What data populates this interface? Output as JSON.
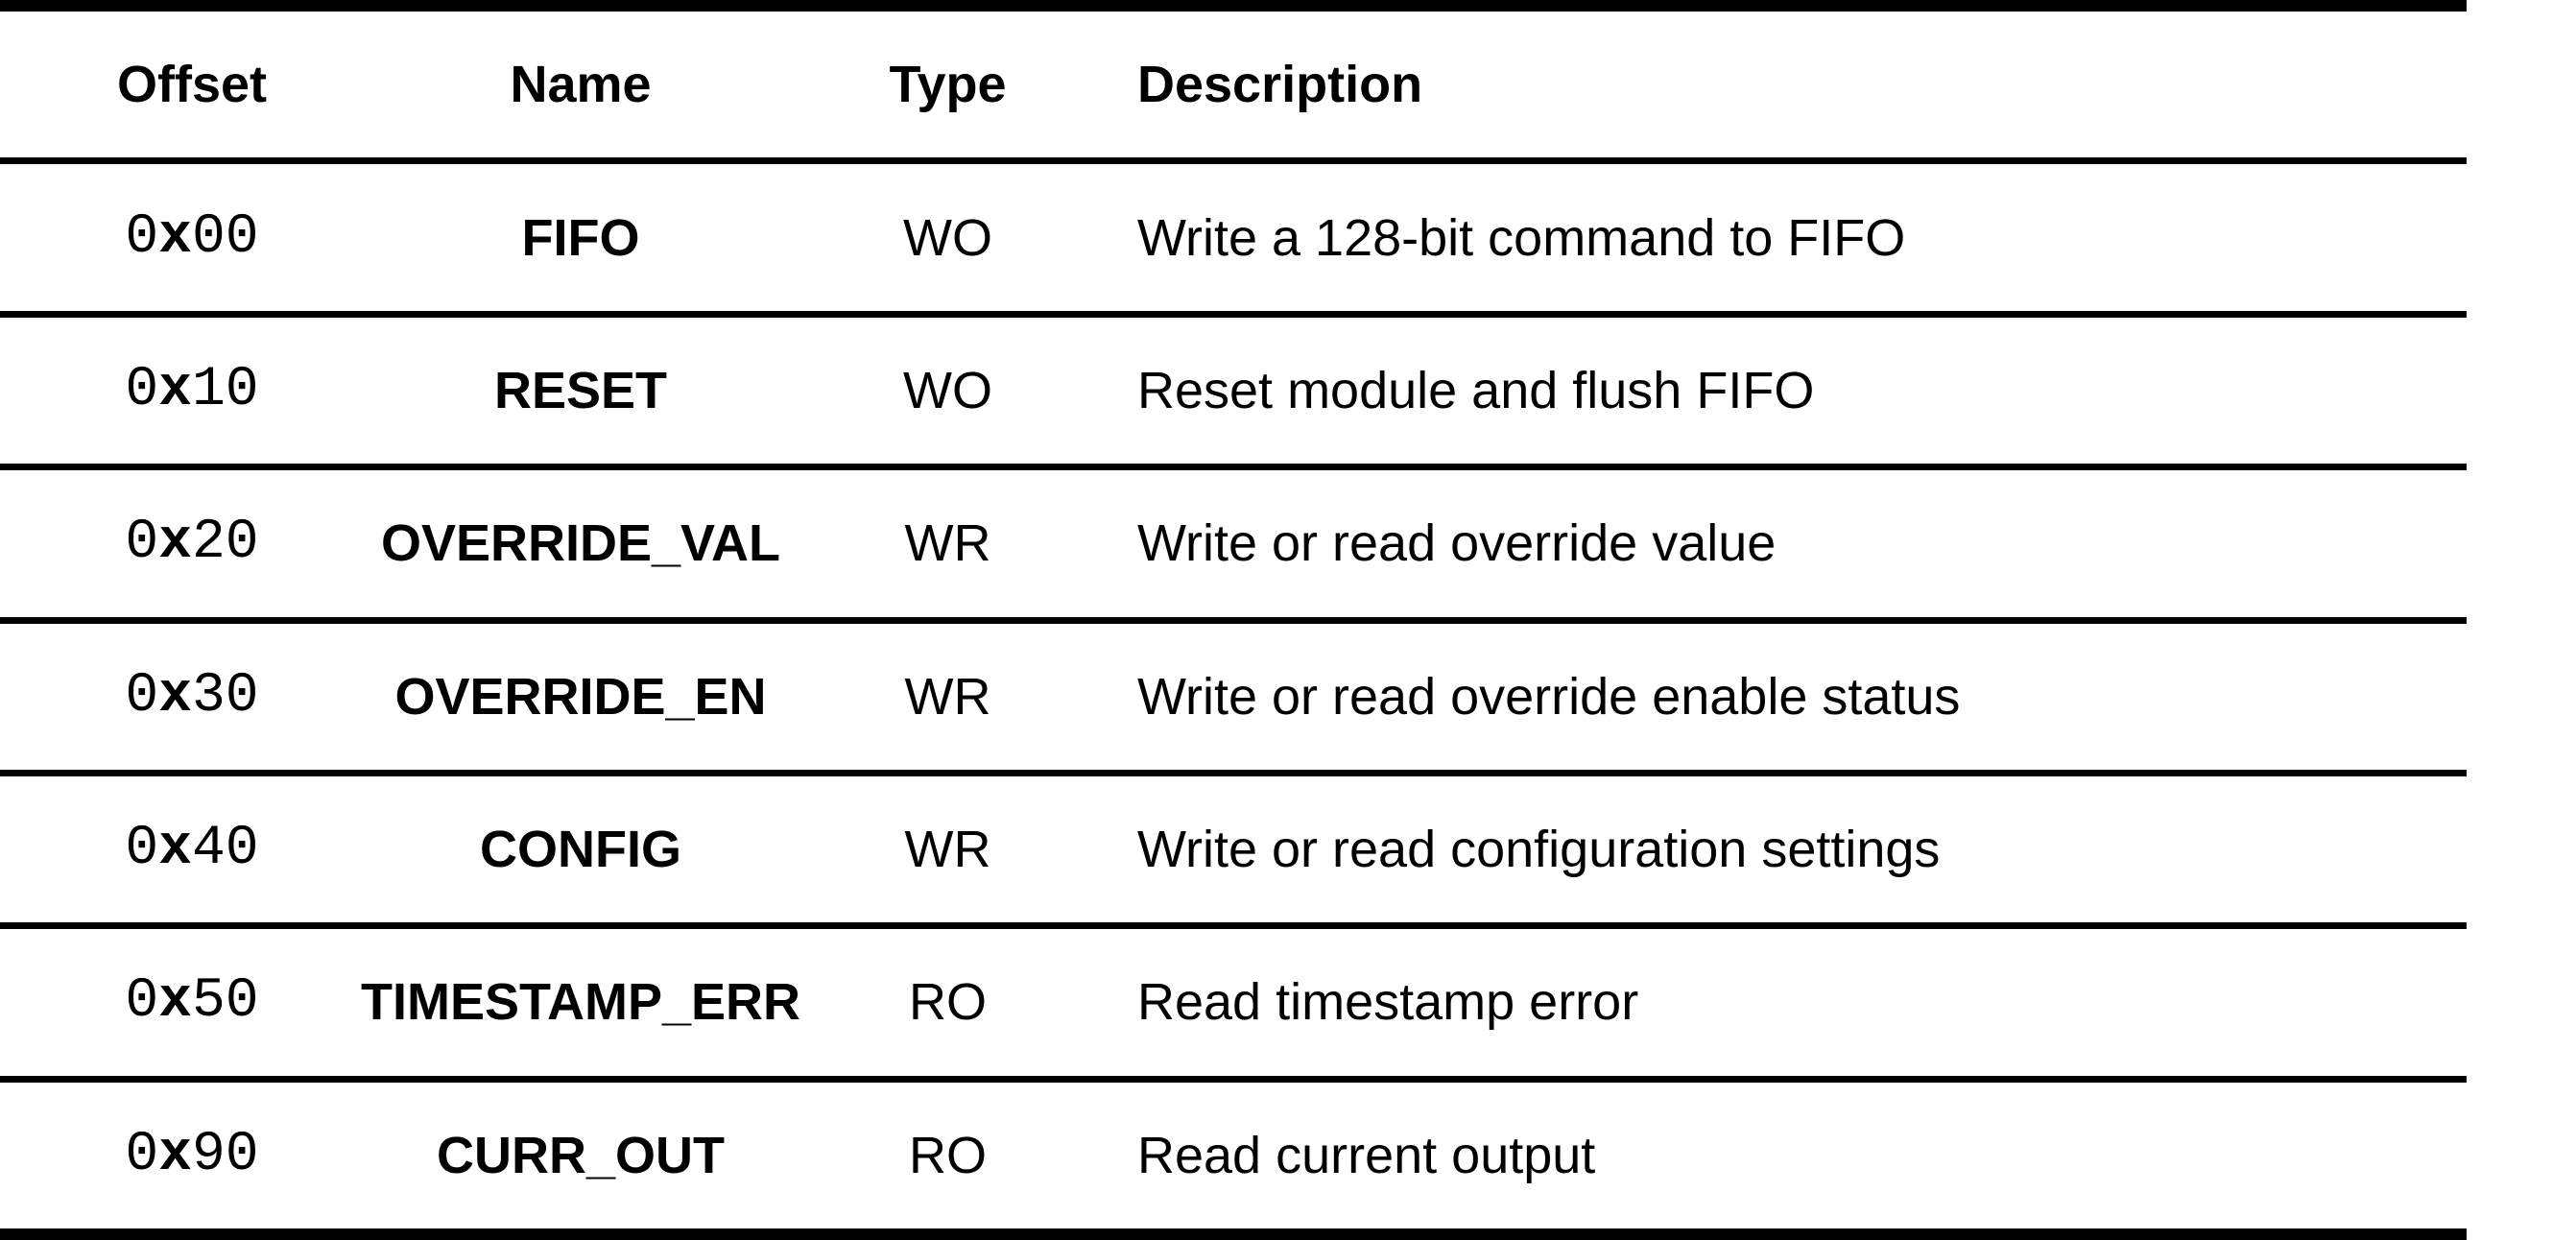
{
  "page": {
    "background": "#ffffff"
  },
  "table": {
    "colors": {
      "text": "#000000",
      "rule": "#000000",
      "background": "#ffffff"
    },
    "columns": [
      {
        "key": "offset",
        "label": "Offset"
      },
      {
        "key": "name",
        "label": "Name"
      },
      {
        "key": "type",
        "label": "Type"
      },
      {
        "key": "description",
        "label": "Description"
      }
    ],
    "rows": [
      {
        "offset": "0x00",
        "name": "FIFO",
        "type": "WO",
        "description": "Write a 128-bit command to FIFO"
      },
      {
        "offset": "0x10",
        "name": "RESET",
        "type": "WO",
        "description": "Reset module and flush FIFO"
      },
      {
        "offset": "0x20",
        "name": "OVERRIDE_VAL",
        "type": "WR",
        "description": "Write or read override value"
      },
      {
        "offset": "0x30",
        "name": "OVERRIDE_EN",
        "type": "WR",
        "description": "Write or read override enable status"
      },
      {
        "offset": "0x40",
        "name": "CONFIG",
        "type": "WR",
        "description": "Write or read configuration settings"
      },
      {
        "offset": "0x50",
        "name": "TIMESTAMP_ERR",
        "type": "RO",
        "description": "Read timestamp error"
      },
      {
        "offset": "0x90",
        "name": "CURR_OUT",
        "type": "RO",
        "description": "Read current output"
      }
    ]
  }
}
